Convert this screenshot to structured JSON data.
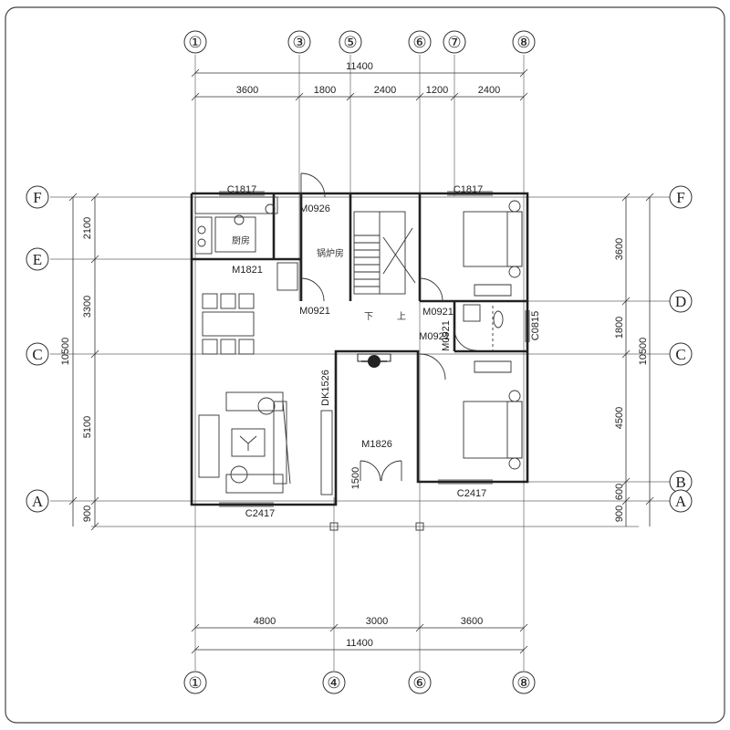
{
  "axes_top": [
    "①",
    "③",
    "⑤",
    "⑥",
    "⑦",
    "⑧"
  ],
  "axes_bottom": [
    "①",
    "④",
    "⑥",
    "⑧"
  ],
  "axes_left": [
    "F",
    "E",
    "C",
    "A"
  ],
  "axes_right": [
    "F",
    "D",
    "C",
    "B",
    "A"
  ],
  "dims": {
    "top_total": "11400",
    "top_segments": [
      "3600",
      "1800",
      "2400",
      "1200",
      "2400"
    ],
    "bottom_segments": [
      "4800",
      "3000",
      "3600"
    ],
    "bottom_total": "11400",
    "left_segments": [
      "2100",
      "3300",
      "5100"
    ],
    "left_total": "10500",
    "left_bottom": "900",
    "right_segments": [
      "3600",
      "1800",
      "4500",
      "600"
    ],
    "right_total": "10500",
    "right_bottom": "900"
  },
  "labels": {
    "c1817_left": "C1817",
    "c1817_right": "C1817",
    "m0926": "M0926",
    "kitchen": "厨房",
    "boiler_room": "锅炉房",
    "m1821": "M1821",
    "m0921_left": "M0921",
    "stair_down": "下",
    "stair_up": "上",
    "m0921_right": "M0921",
    "m0921_bath": "M0921",
    "m0921_bath2": "M0921",
    "c0815": "C0815",
    "dk1526": "DK1526",
    "m1826": "M1826",
    "dim_1500": "1500",
    "c2417_left": "C2417",
    "c2417_right": "C2417"
  }
}
